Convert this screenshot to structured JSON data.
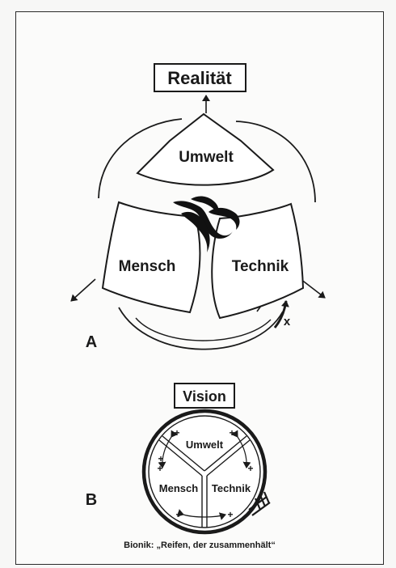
{
  "figure_a": {
    "panel_label": "A",
    "title": "Realität",
    "sectors": {
      "top": "Umwelt",
      "left": "Mensch",
      "right": "Technik"
    },
    "minus_marker": "x"
  },
  "figure_b": {
    "panel_label": "B",
    "title": "Vision",
    "sectors": {
      "top": "Umwelt",
      "left": "Mensch",
      "right": "Technik"
    },
    "plus_marker": "+"
  },
  "caption": "Bionik: „Reifen, der zusammenhält“"
}
